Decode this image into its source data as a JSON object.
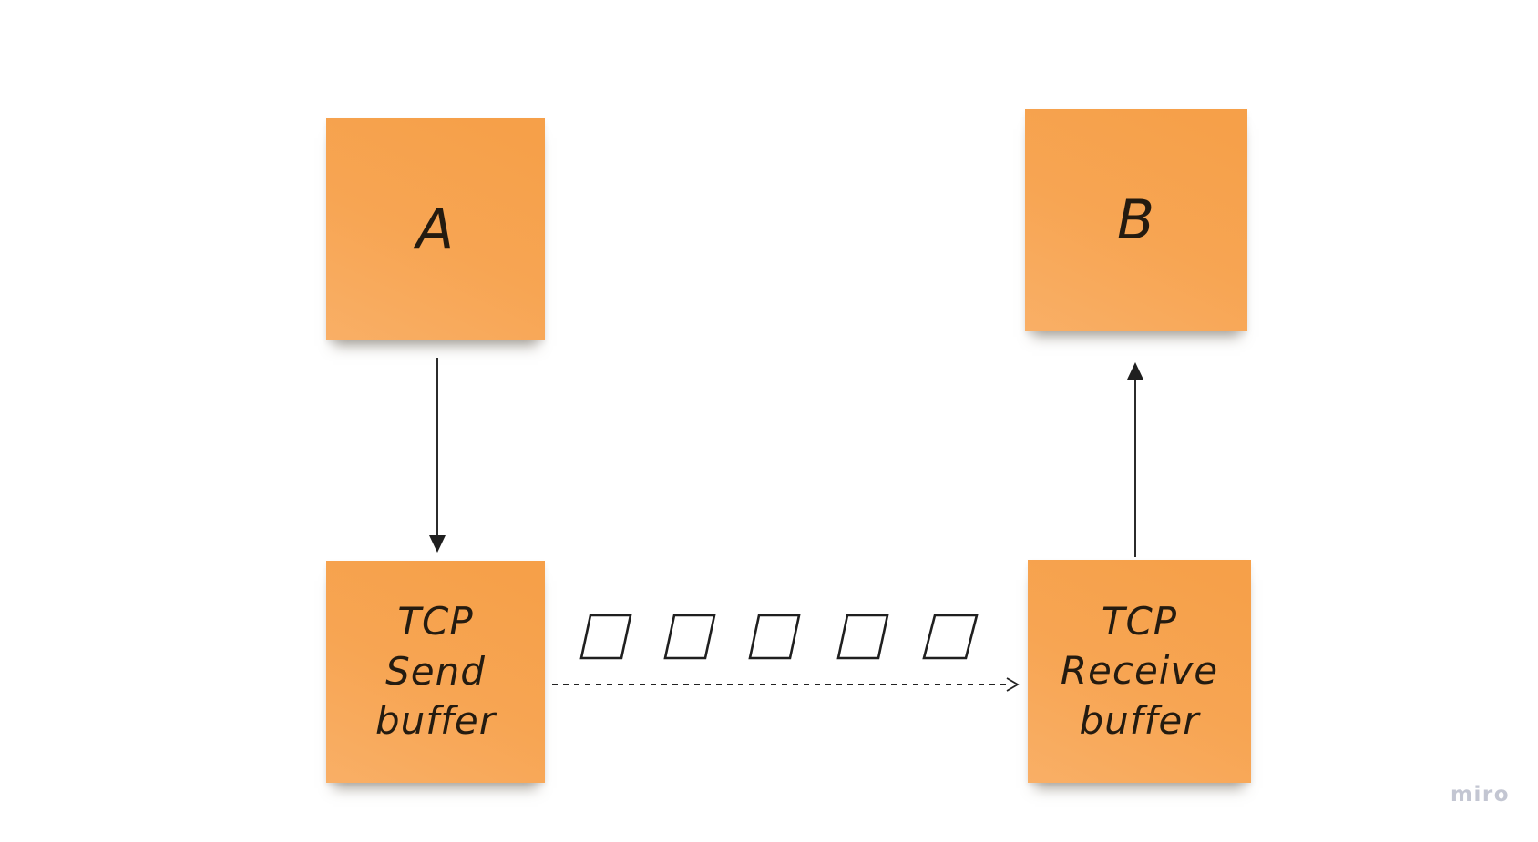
{
  "canvas": {
    "app_watermark": "miro",
    "background_color": "#ffffff",
    "watermark_color": "#c3c6d2"
  },
  "colors": {
    "sticky_note_orange": "#f7a553",
    "sticky_note_orange_light": "#f9af66",
    "ink": "#241b10",
    "arrow": "#2b2b2b"
  },
  "notes": {
    "a": {
      "label": "A"
    },
    "b": {
      "label": "B"
    },
    "send": {
      "lines": {
        "0": "TCP",
        "1": "Send",
        "2": "buffer"
      }
    },
    "receive": {
      "lines": {
        "0": "TCP",
        "1": "Receive",
        "2": "buffer"
      }
    }
  },
  "connectors": {
    "a_to_send": "solid-arrow-down",
    "receive_to_b": "solid-arrow-up",
    "send_to_receive": "dashed-arrow-right"
  },
  "packets": {
    "count": 5,
    "icon": "parallelogram-packet-icon"
  }
}
